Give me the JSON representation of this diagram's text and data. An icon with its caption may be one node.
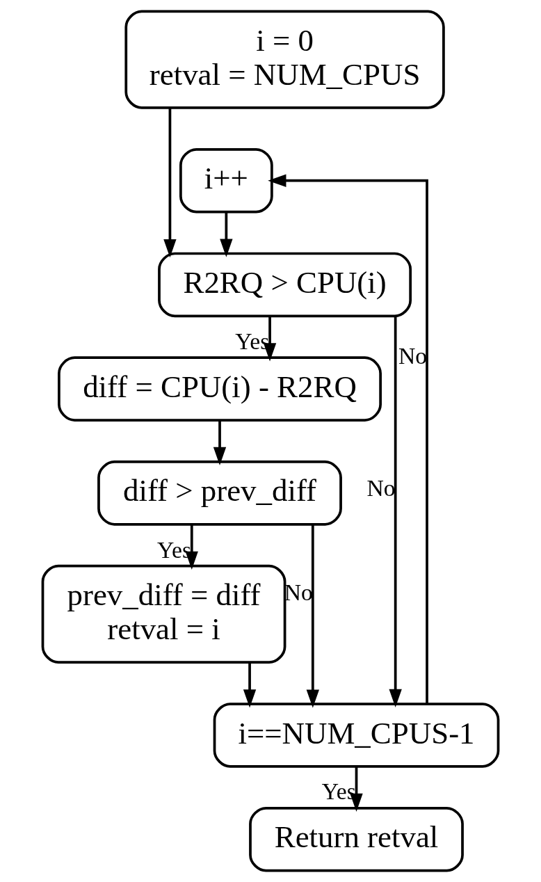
{
  "diagram": {
    "nodes": [
      {
        "text": [
          "i = 0",
          "retval = NUM_CPUS"
        ]
      },
      {
        "text": [
          "i++"
        ]
      },
      {
        "text": [
          "R2RQ > CPU(i)"
        ]
      },
      {
        "text": [
          "diff = CPU(i) - R2RQ"
        ]
      },
      {
        "text": [
          "diff > prev_diff"
        ]
      },
      {
        "text": [
          "prev_diff = diff",
          "retval = i"
        ]
      },
      {
        "text": [
          "i==NUM_CPUS-1"
        ]
      },
      {
        "text": [
          "Return retval"
        ]
      }
    ],
    "edges": [
      {
        "from": 0,
        "to": 2,
        "arrow": "to"
      },
      {
        "from": 1,
        "to": 2,
        "arrow": "to"
      },
      {
        "from": 2,
        "to": 3,
        "arrow": "to",
        "label": "Yes"
      },
      {
        "from": 2,
        "to": 6,
        "arrow": "to",
        "label": "No"
      },
      {
        "from": 3,
        "to": 4,
        "arrow": "to"
      },
      {
        "from": 4,
        "to": 5,
        "arrow": "to",
        "label": "Yes"
      },
      {
        "from": 4,
        "to": 6,
        "arrow": "to",
        "label": "No"
      },
      {
        "from": 5,
        "to": 6,
        "arrow": "to"
      },
      {
        "from": 6,
        "to": 1,
        "arrow": "to",
        "label": "No"
      },
      {
        "from": 6,
        "to": 7,
        "arrow": "to",
        "label": "Yes"
      }
    ]
  }
}
